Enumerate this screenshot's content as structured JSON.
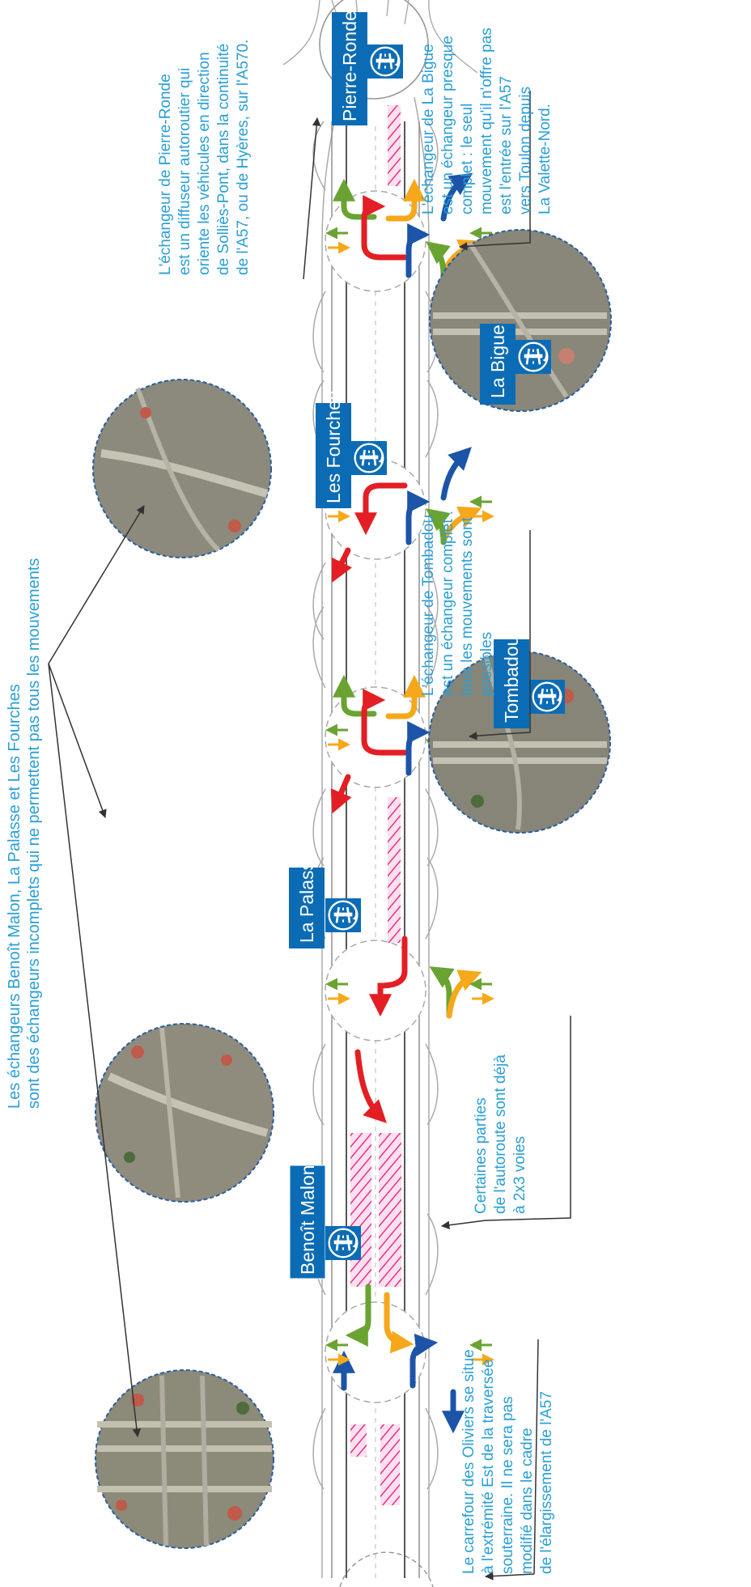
{
  "headline": {
    "line1": "Les échangeurs Benoît Malon, La Palasse et Les Fourches",
    "line2": "sont des échangeurs incomplets qui ne permettent pas tous les mouvements"
  },
  "interchanges": [
    {
      "id": "benoit-malon",
      "label": "Benoît Malon",
      "icon": "motorway-icon"
    },
    {
      "id": "la-palasse",
      "label": "La Palasse",
      "icon": "motorway-icon"
    },
    {
      "id": "tombadou",
      "label": "Tombadou",
      "icon": "motorway-icon"
    },
    {
      "id": "les-fourches",
      "label": "Les Fourches",
      "icon": "motorway-icon"
    },
    {
      "id": "la-bigue",
      "label": "La Bigue",
      "icon": "motorway-icon"
    },
    {
      "id": "pierre-ronde",
      "label": "Pierre-Ronde",
      "icon": "motorway-icon"
    }
  ],
  "notes": {
    "pierre_ronde": [
      "L'échangeur de Pierre-Ronde",
      "est un diffuseur autoroutier qui",
      "oriente les véhicules en direction",
      "de Solliès-Pont, dans la continuité",
      "de l'A57, ou de Hyères, sur l'A570."
    ],
    "la_bigue": [
      "L'échangeur de La Bigue",
      "est un échangeur presque",
      "complet : le seul",
      "mouvement qu'il n'offre pas",
      "est l'entrée sur l'A57",
      "vers Toulon depuis",
      "La Valette-Nord."
    ],
    "tombadou": [
      "L'échangeur de Tombadou",
      "est un échangeur complet :",
      "tous les mouvements sont",
      "possibles"
    ],
    "voies": [
      "Certaines parties",
      "de l'autoroute sont déjà",
      "à 2x3 voies"
    ],
    "oliviers": [
      "Le carrefour des Oliviers se situe",
      "à l'extrémité Est de la traversée",
      "souterraine. Il ne sera pas",
      "modifié dans le cadre",
      "de l'élargissement de l'A57"
    ]
  },
  "colors": {
    "annotation_blue": "#2a9fd6",
    "sign_blue": "#0b6cb5",
    "arrow_green": "#6aa331",
    "arrow_orange": "#f6a81a",
    "arrow_red": "#e31e24",
    "arrow_blue": "#1c54a8",
    "hatch_pink": "#e8308a"
  }
}
